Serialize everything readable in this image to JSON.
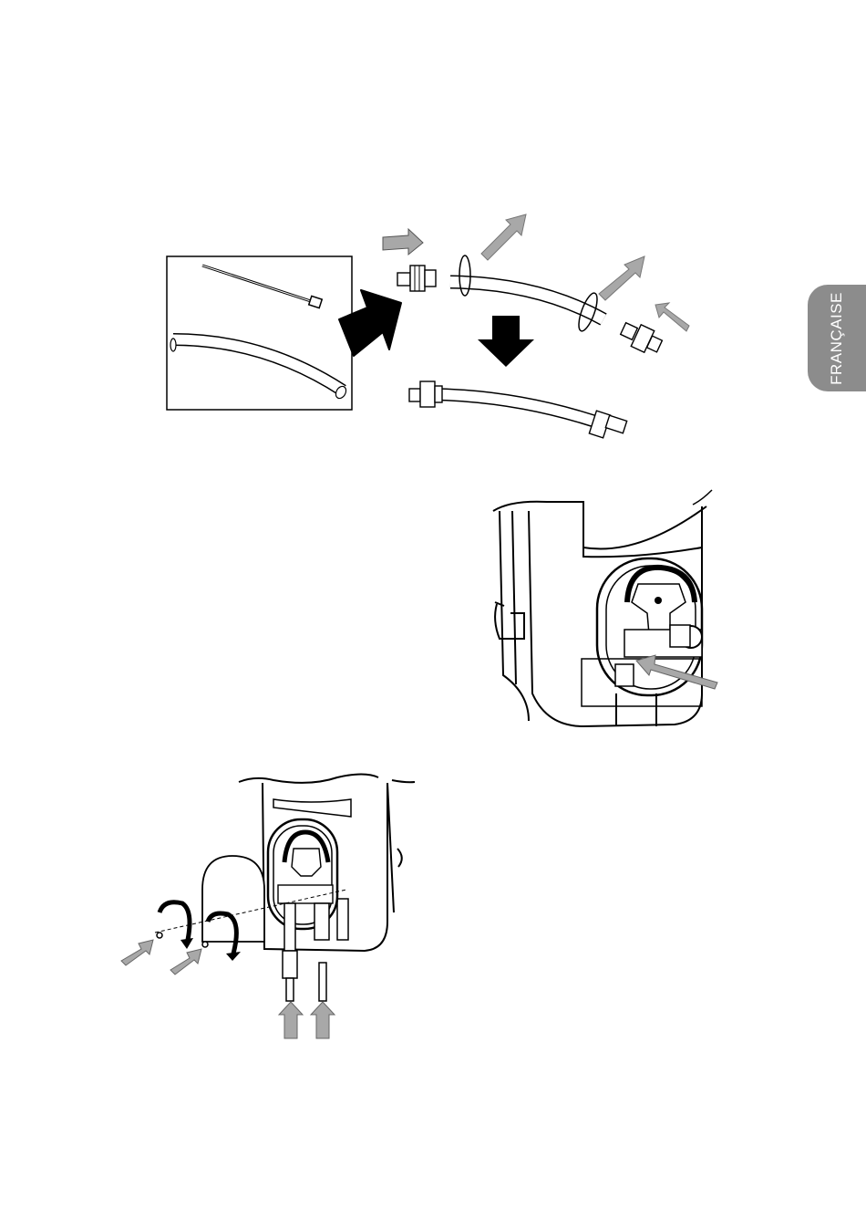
{
  "side_tab": {
    "label": "FRANÇAISE",
    "color": "#8c8c8c"
  },
  "colors": {
    "line": "#000000",
    "arrow_grey": "#a8a8a8",
    "arrow_black": "#000000",
    "paper": "#ffffff"
  },
  "figures": [
    {
      "name": "tube-assembly-illustration",
      "icons": [
        "cable-tie-icon",
        "tube-icon",
        "fitting-icon",
        "assembled-tube-icon"
      ]
    },
    {
      "name": "pump-head-illustration",
      "icons": [
        "pump-housing-icon",
        "rotor-icon",
        "pointer-arrow-icon"
      ]
    },
    {
      "name": "pump-cover-removal-illustration",
      "icons": [
        "cover-icon",
        "screw-icon",
        "rotation-arrow-icon",
        "hose-icon"
      ]
    }
  ]
}
